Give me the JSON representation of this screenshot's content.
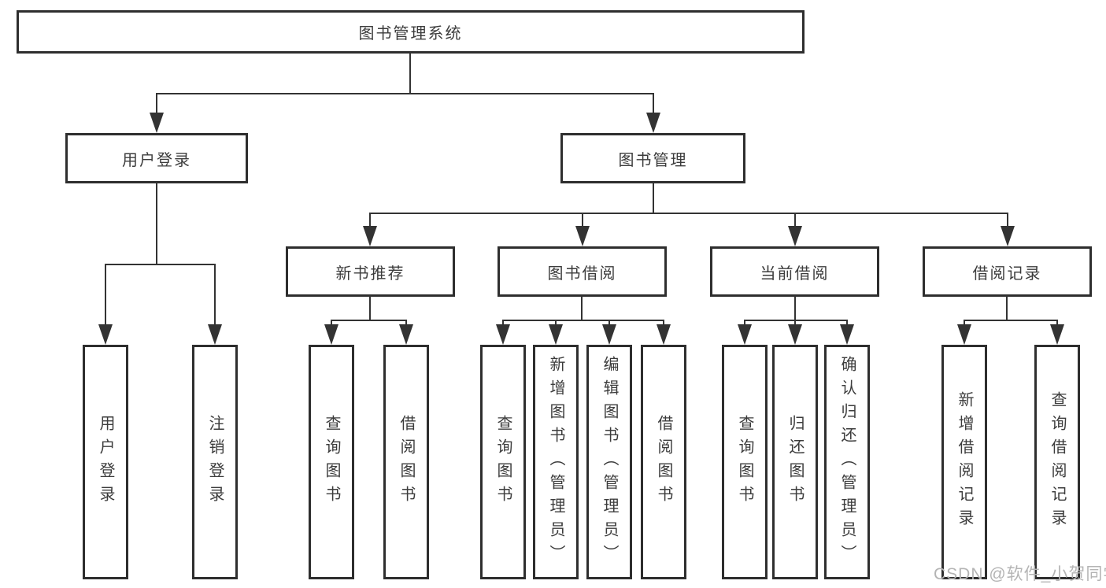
{
  "tree": {
    "root": "图书管理系统",
    "children": [
      {
        "label": "用户登录",
        "children": [
          {
            "label": "用户登录"
          },
          {
            "label": "注销登录"
          }
        ]
      },
      {
        "label": "图书管理",
        "children": [
          {
            "label": "新书推荐",
            "children": [
              {
                "label": "查询图书"
              },
              {
                "label": "借阅图书"
              }
            ]
          },
          {
            "label": "图书借阅",
            "children": [
              {
                "label": "查询图书"
              },
              {
                "label": "新增图书（管理员）"
              },
              {
                "label": "编辑图书（管理员）"
              },
              {
                "label": "借阅图书"
              }
            ]
          },
          {
            "label": "当前借阅",
            "children": [
              {
                "label": "查询图书"
              },
              {
                "label": "归还图书"
              },
              {
                "label": "确认归还（管理员）"
              }
            ]
          },
          {
            "label": "借阅记录",
            "children": [
              {
                "label": "新增借阅记录"
              },
              {
                "label": "查询借阅记录"
              }
            ]
          }
        ]
      }
    ]
  },
  "watermark": {
    "text": "CSDN @软件_小贺同学"
  },
  "colors": {
    "line": "#333333",
    "box_border": "#2e2e2e",
    "text": "#3c3c3c",
    "watermark": "#b4b4b4",
    "background": "#ffffff"
  }
}
